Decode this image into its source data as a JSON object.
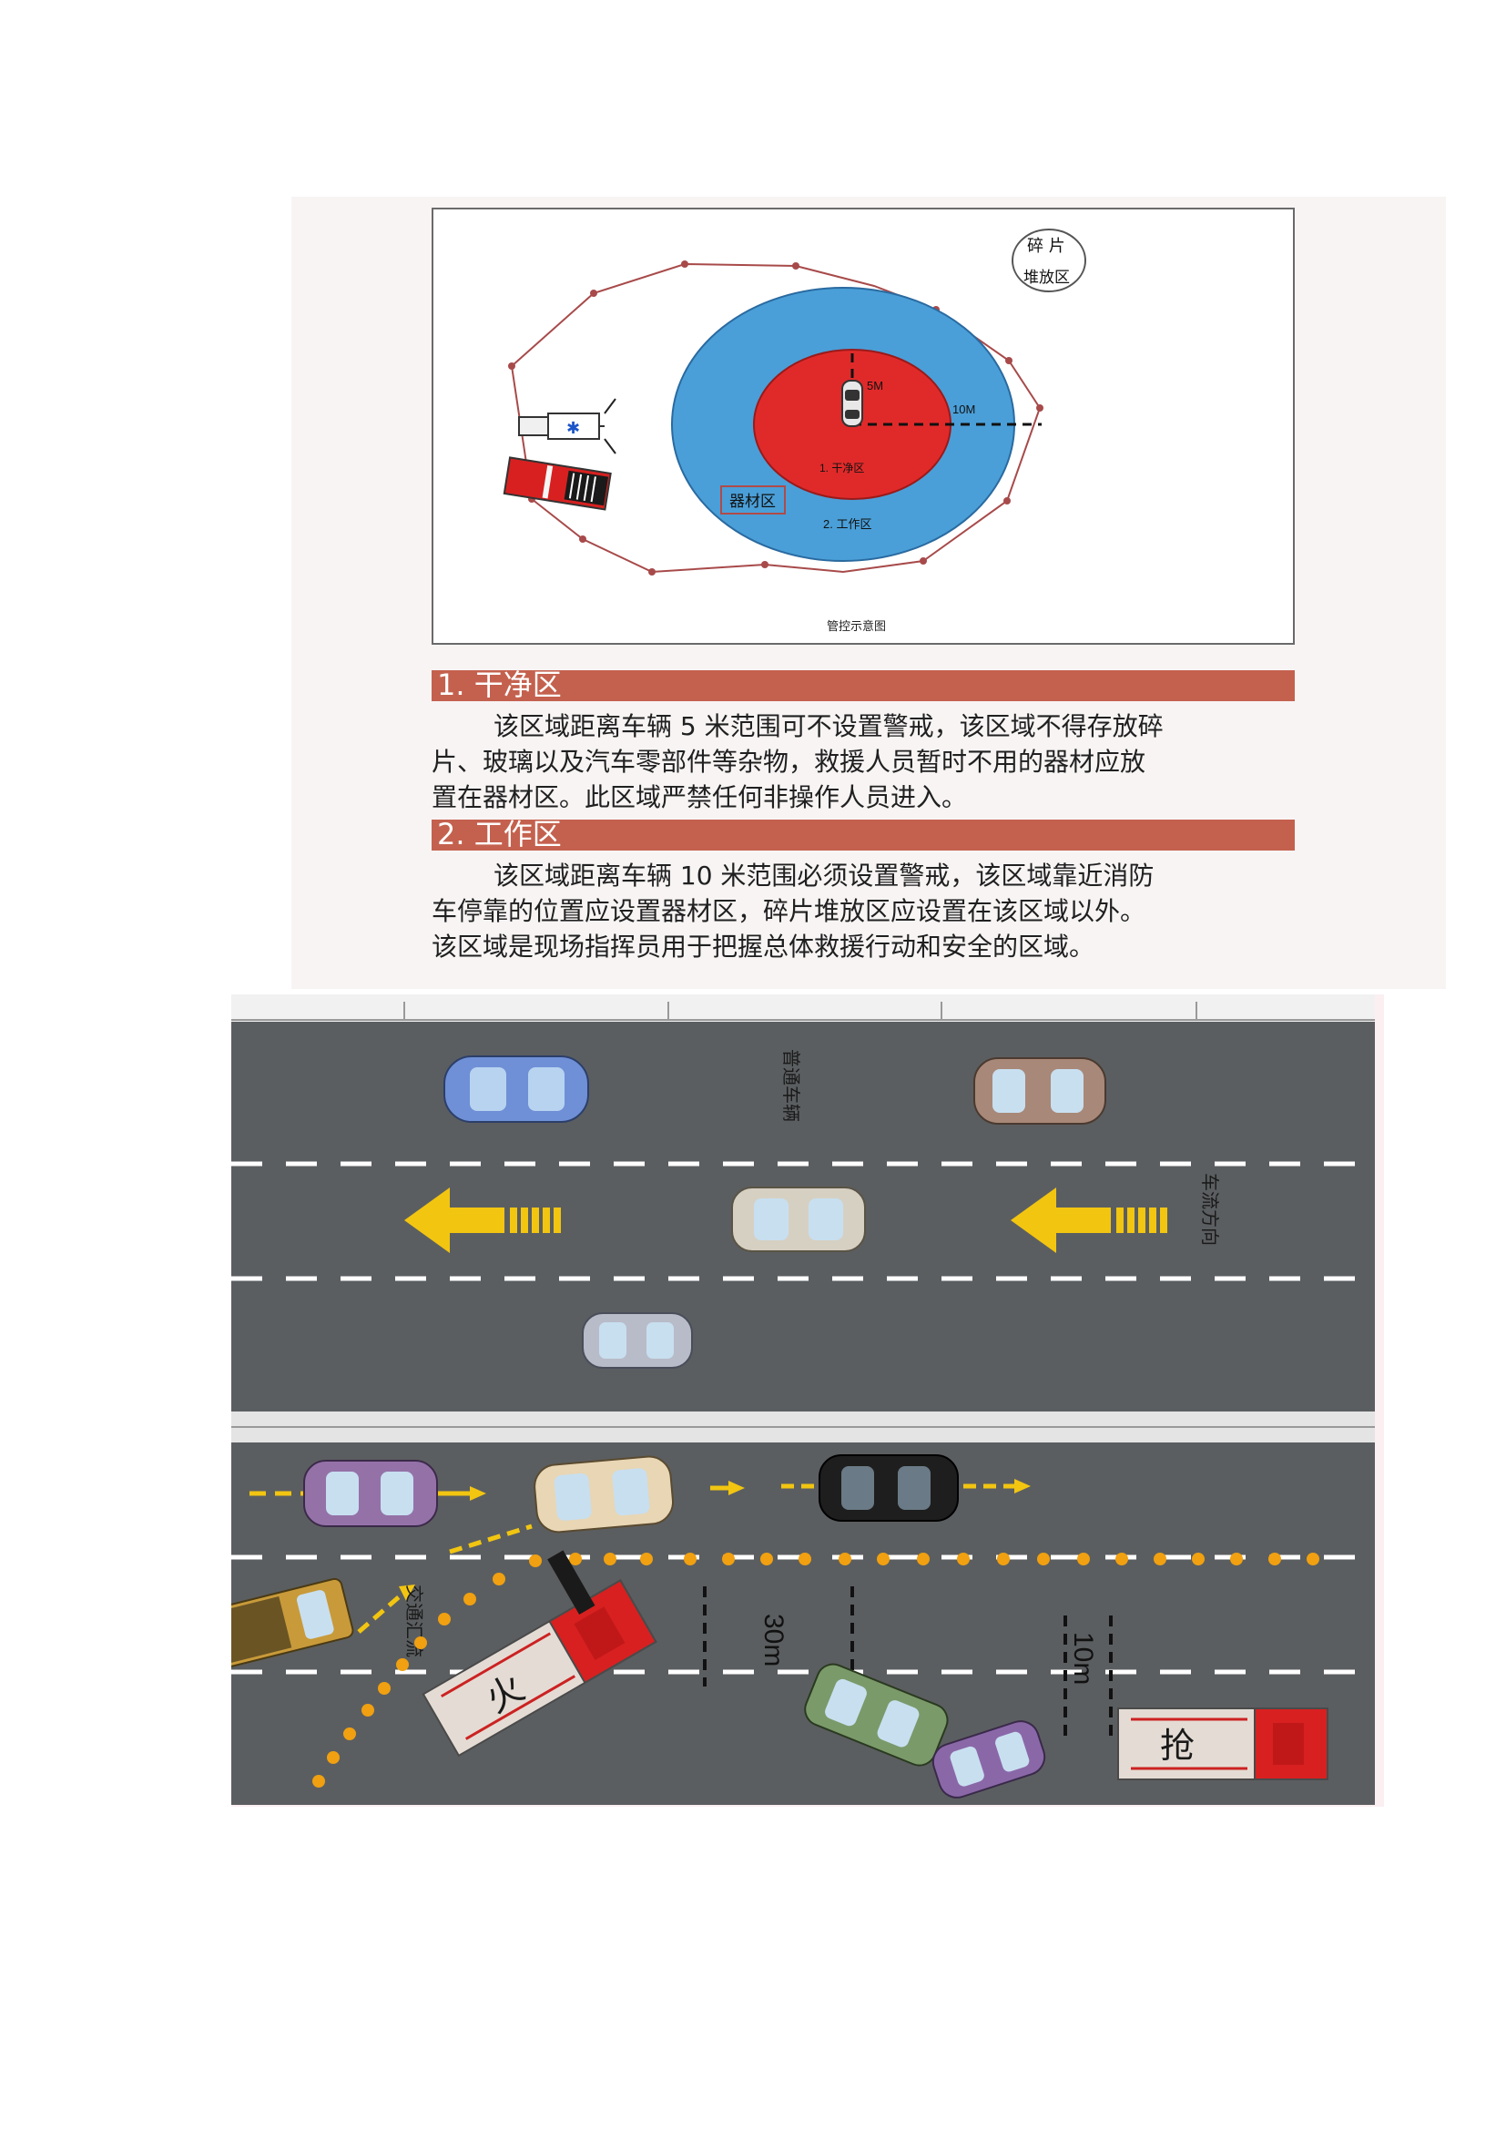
{
  "diagram": {
    "debris_zone_line1": "碎 片",
    "debris_zone_line2": "堆放区",
    "radius_5m": "5M",
    "radius_10m": "10M",
    "clean_zone_label": "1. 干净区",
    "work_zone_label": "2. 工作区",
    "equipment_zone_label": "器材区",
    "caption": "管控示意图",
    "colors": {
      "work_zone": "#4a9fd8",
      "clean_zone": "#e02a2a",
      "perimeter": "#a84a4a"
    }
  },
  "sections": [
    {
      "heading": "1. 干净区",
      "lines": [
        "该区域距离车辆 5 米范围可不设置警戒，该区域不得存放碎",
        "片、玻璃以及汽车零部件等杂物，救援人员暂时不用的器材应放",
        "置在器材区。此区域严禁任何非操作人员进入。"
      ]
    },
    {
      "heading": "2. 工作区",
      "lines": [
        "该区域距离车辆 10 米范围必须设置警戒，该区域靠近消防",
        "车停靠的位置应设置器材区，碎片堆放区应设置在该区域以外。",
        "该区域是现场指挥员用于把握总体救援行动和安全的区域。"
      ]
    }
  ],
  "road": {
    "normal_vehicles": "普通车辆",
    "traffic_direction": "车流方向",
    "traffic_merge": "交通汇流",
    "distance_30m": "30m",
    "distance_10m": "10m",
    "fire_truck_char_1": "火",
    "fire_truck_char_2": "抢",
    "colors": {
      "asphalt": "#5b5e60",
      "arrow": "#f2c511",
      "cone": "#f0a010",
      "fire_truck": "#d82020"
    }
  }
}
